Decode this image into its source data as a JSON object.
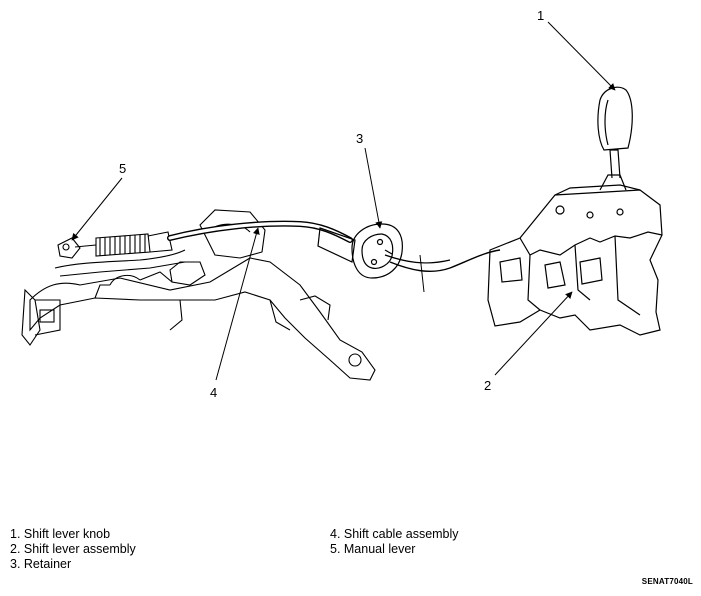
{
  "callouts": [
    "1",
    "2",
    "3",
    "4",
    "5"
  ],
  "legend": {
    "left": [
      "1.  Shift lever knob",
      "2.  Shift lever assembly",
      "3.  Retainer"
    ],
    "right": [
      "4.  Shift cable assembly",
      "5.  Manual lever"
    ]
  },
  "figure_code": "SENAT7040L",
  "colors": {
    "line": "#000000",
    "background": "#ffffff"
  }
}
